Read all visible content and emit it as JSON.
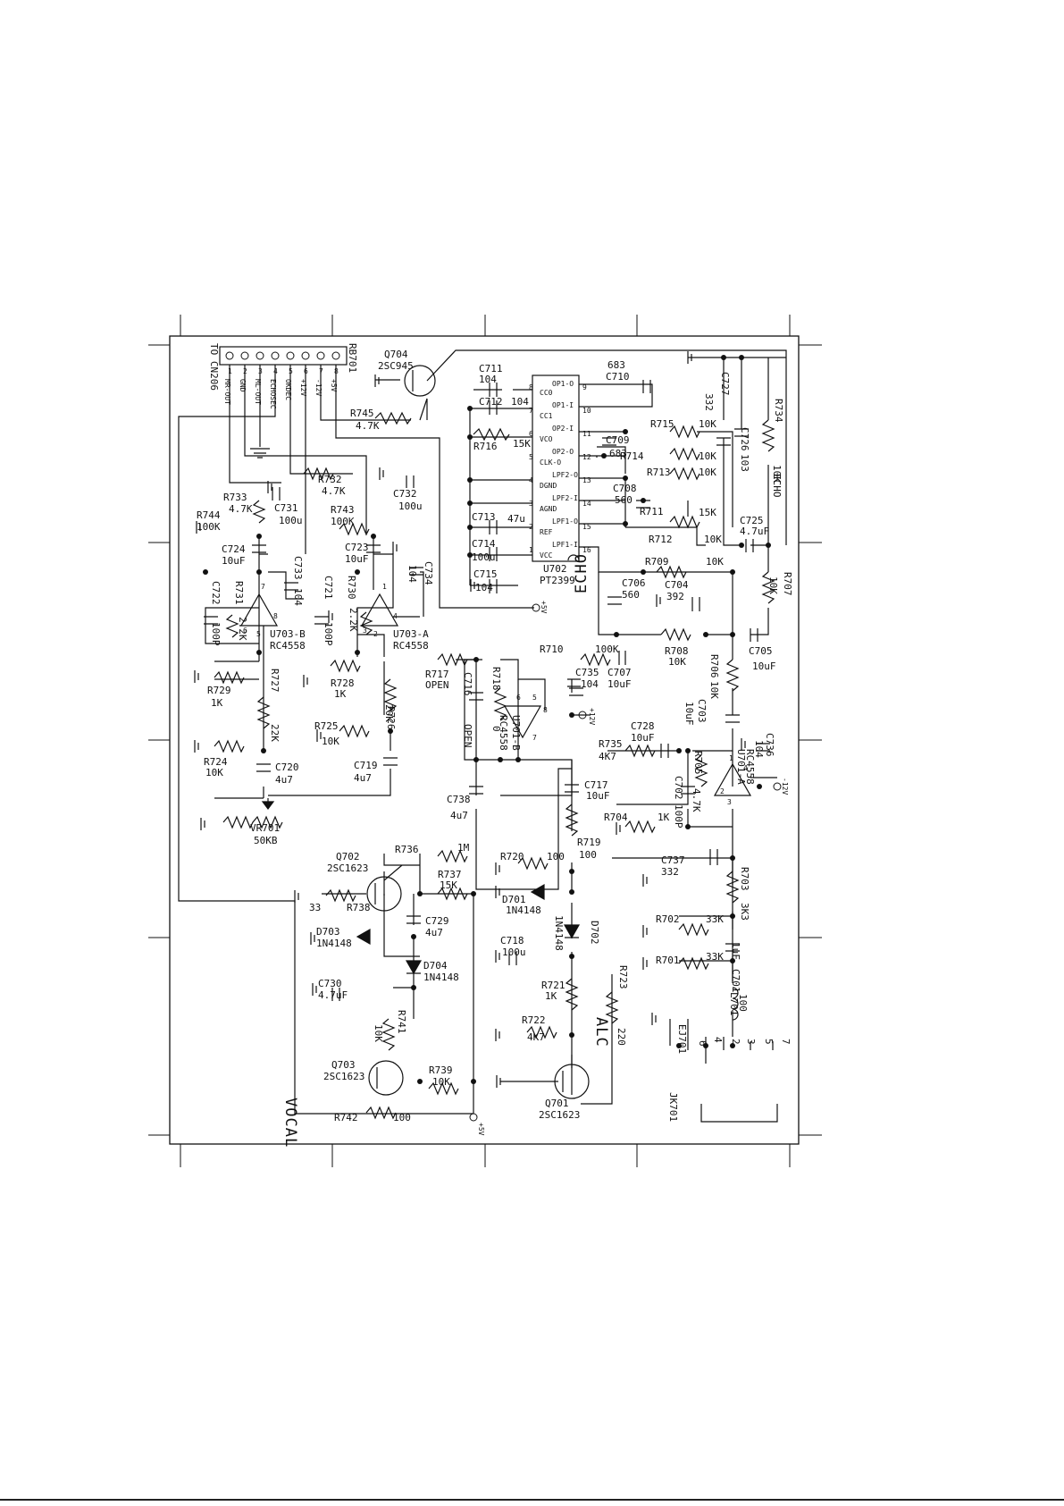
{
  "connector": {
    "title": "TO CN206",
    "ref": "RB701",
    "pins": [
      {
        "num": "1",
        "name": "MR-OUT"
      },
      {
        "num": "2",
        "name": "GND"
      },
      {
        "num": "3",
        "name": "ML-OUT"
      },
      {
        "num": "4",
        "name": "ECHOSEC"
      },
      {
        "num": "5",
        "name": "OKDEC"
      },
      {
        "num": "6",
        "name": "+12V"
      },
      {
        "num": "7",
        "name": "-12V"
      },
      {
        "num": "8",
        "name": "+5V"
      }
    ]
  },
  "sections": {
    "echo": "ECHO",
    "vocal": "VOCAL",
    "alc": "ALC",
    "echo_small": "ECHO"
  },
  "ic": {
    "ref": "U702",
    "part": "PT2399",
    "left_pins": [
      {
        "num": "8",
        "name": "CC0"
      },
      {
        "num": "7",
        "name": "CC1"
      },
      {
        "num": "6",
        "name": "VCO"
      },
      {
        "num": "5",
        "name": "CLK-O"
      },
      {
        "num": "4",
        "name": "DGND"
      },
      {
        "num": "3",
        "name": "AGND"
      },
      {
        "num": "2",
        "name": "REF"
      },
      {
        "num": "1",
        "name": "VCC"
      }
    ],
    "right_pins": [
      {
        "num": "9",
        "name": "OP1-O"
      },
      {
        "num": "10",
        "name": "OP1-I"
      },
      {
        "num": "11",
        "name": "OP2-I"
      },
      {
        "num": "12",
        "name": "OP2-O"
      },
      {
        "num": "13",
        "name": "LPF2-O"
      },
      {
        "num": "14",
        "name": "LPF2-I"
      },
      {
        "num": "15",
        "name": "LPF1-O"
      },
      {
        "num": "16",
        "name": "LPF1-I"
      }
    ]
  },
  "opamps": [
    {
      "ref": "U703-B",
      "part": "RC4558",
      "p1": "7",
      "p2": "6",
      "p3": "5",
      "p4": "8"
    },
    {
      "ref": "U703-A",
      "part": "RC4558",
      "p1": "1",
      "p2": "2",
      "p3": "3",
      "p4": "4"
    },
    {
      "ref": "U701-B",
      "part": "RC4558",
      "p1": "7",
      "p2": "6",
      "p3": "5",
      "p4": "8"
    },
    {
      "ref": "U701-A",
      "part": "RC4558",
      "p1": "1",
      "p2": "2",
      "p3": "3",
      "p4": "4"
    }
  ],
  "transistors": [
    {
      "ref": "Q704",
      "part": "2SC945"
    },
    {
      "ref": "Q702",
      "part": "2SC1623"
    },
    {
      "ref": "Q703",
      "part": "2SC1623"
    },
    {
      "ref": "Q701",
      "part": "2SC1623"
    }
  ],
  "rails": {
    "plus5": "+5V",
    "plus12": "+12V",
    "minus12": "-12V"
  },
  "labels": [
    {
      "id": "r745",
      "text": "R745"
    },
    {
      "id": "r745v",
      "text": "4.7K"
    },
    {
      "id": "c711",
      "text": "C711"
    },
    {
      "id": "c711v",
      "text": "104"
    },
    {
      "id": "c712",
      "text": "C712"
    },
    {
      "id": "c712v",
      "text": "104"
    },
    {
      "id": "r716",
      "text": "R716"
    },
    {
      "id": "r716v",
      "text": "15K"
    },
    {
      "id": "c713",
      "text": "C713"
    },
    {
      "id": "c713v",
      "text": "47u"
    },
    {
      "id": "c714",
      "text": "C714"
    },
    {
      "id": "c714v",
      "text": "100u"
    },
    {
      "id": "c715",
      "text": "C715"
    },
    {
      "id": "c715v",
      "text": "104"
    },
    {
      "id": "c710v",
      "text": "683"
    },
    {
      "id": "c710",
      "text": "C710"
    },
    {
      "id": "r715",
      "text": "R715"
    },
    {
      "id": "r715v",
      "text": "10K"
    },
    {
      "id": "c709",
      "text": "C709"
    },
    {
      "id": "c709v",
      "text": "683"
    },
    {
      "id": "r714",
      "text": "R714"
    },
    {
      "id": "r714v",
      "text": "10K"
    },
    {
      "id": "r713",
      "text": "R713"
    },
    {
      "id": "r713v",
      "text": "10K"
    },
    {
      "id": "c708",
      "text": "C708"
    },
    {
      "id": "c708v",
      "text": "560"
    },
    {
      "id": "r711",
      "text": "R711"
    },
    {
      "id": "r711v",
      "text": "15K"
    },
    {
      "id": "r712",
      "text": "R712"
    },
    {
      "id": "r712v",
      "text": "10K"
    },
    {
      "id": "c727",
      "text": "C727"
    },
    {
      "id": "c727v",
      "text": "332"
    },
    {
      "id": "c726",
      "text": "C726"
    },
    {
      "id": "c726v",
      "text": "103"
    },
    {
      "id": "r734",
      "text": "R734"
    },
    {
      "id": "r734v",
      "text": "10K"
    },
    {
      "id": "c725",
      "text": "C725"
    },
    {
      "id": "c725v",
      "text": "4.7uF"
    },
    {
      "id": "r709",
      "text": "R709"
    },
    {
      "id": "r709v",
      "text": "10K"
    },
    {
      "id": "c706",
      "text": "C706"
    },
    {
      "id": "c706v",
      "text": "560"
    },
    {
      "id": "c704",
      "text": "C704"
    },
    {
      "id": "c704v",
      "text": "392"
    },
    {
      "id": "r707",
      "text": "R707"
    },
    {
      "id": "r707v",
      "text": "10K"
    },
    {
      "id": "r708",
      "text": "R708"
    },
    {
      "id": "r708v",
      "text": "10K"
    },
    {
      "id": "r706",
      "text": "R706"
    },
    {
      "id": "r706v",
      "text": "10K"
    },
    {
      "id": "c705",
      "text": "C705"
    },
    {
      "id": "c705v",
      "text": "10uF"
    },
    {
      "id": "r710",
      "text": "R710"
    },
    {
      "id": "r710v",
      "text": "100K"
    },
    {
      "id": "c707",
      "text": "C707"
    },
    {
      "id": "c707v",
      "text": "10uF"
    },
    {
      "id": "c735",
      "text": "C735"
    },
    {
      "id": "c735v",
      "text": "104"
    },
    {
      "id": "r733",
      "text": "R733"
    },
    {
      "id": "r733v",
      "text": "4.7K"
    },
    {
      "id": "c731",
      "text": "C731"
    },
    {
      "id": "c731v",
      "text": "100u"
    },
    {
      "id": "r732",
      "text": "R732"
    },
    {
      "id": "r732v",
      "text": "4.7K"
    },
    {
      "id": "c732",
      "text": "C732"
    },
    {
      "id": "c732v",
      "text": "100u"
    },
    {
      "id": "r744",
      "text": "R744"
    },
    {
      "id": "r744v",
      "text": "100K"
    },
    {
      "id": "r743",
      "text": "R743"
    },
    {
      "id": "r743v",
      "text": "100K"
    },
    {
      "id": "c724",
      "text": "C724"
    },
    {
      "id": "c724v",
      "text": "10uF"
    },
    {
      "id": "c723",
      "text": "C723"
    },
    {
      "id": "c723v",
      "text": "10uF"
    },
    {
      "id": "c733",
      "text": "C733"
    },
    {
      "id": "c733v",
      "text": "104"
    },
    {
      "id": "c734",
      "text": "C734"
    },
    {
      "id": "c734v",
      "text": "104"
    },
    {
      "id": "c722",
      "text": "C722"
    },
    {
      "id": "c722v",
      "text": "100P"
    },
    {
      "id": "r731",
      "text": "R731"
    },
    {
      "id": "r731v",
      "text": "2.2K"
    },
    {
      "id": "c721",
      "text": "C721"
    },
    {
      "id": "c721v",
      "text": "100P"
    },
    {
      "id": "r730",
      "text": "R730"
    },
    {
      "id": "r730v",
      "text": "2.2K"
    },
    {
      "id": "r729",
      "text": "R729"
    },
    {
      "id": "r729v",
      "text": "1K"
    },
    {
      "id": "r727",
      "text": "R727"
    },
    {
      "id": "r727v",
      "text": "22K"
    },
    {
      "id": "r728",
      "text": "R728"
    },
    {
      "id": "r728v",
      "text": "1K"
    },
    {
      "id": "r717",
      "text": "R717"
    },
    {
      "id": "r717v",
      "text": "OPEN"
    },
    {
      "id": "c716",
      "text": "C716"
    },
    {
      "id": "c716v",
      "text": "OPEN"
    },
    {
      "id": "r718",
      "text": "R718"
    },
    {
      "id": "r718v",
      "text": "0"
    },
    {
      "id": "r726",
      "text": "R726"
    },
    {
      "id": "r726v",
      "text": "20K"
    },
    {
      "id": "r725",
      "text": "R725"
    },
    {
      "id": "r725v",
      "text": "10K"
    },
    {
      "id": "r724",
      "text": "R724"
    },
    {
      "id": "r724v",
      "text": "10K"
    },
    {
      "id": "c720",
      "text": "C720"
    },
    {
      "id": "c720v",
      "text": "4u7"
    },
    {
      "id": "c719",
      "text": "C719"
    },
    {
      "id": "c719v",
      "text": "4u7"
    },
    {
      "id": "c738",
      "text": "C738"
    },
    {
      "id": "c738v",
      "text": "4u7"
    },
    {
      "id": "vr701",
      "text": "VR701"
    },
    {
      "id": "vr701v",
      "text": "50KB"
    },
    {
      "id": "r735",
      "text": "R735"
    },
    {
      "id": "r735v",
      "text": "4K7"
    },
    {
      "id": "c728",
      "text": "C728"
    },
    {
      "id": "c728v",
      "text": "10uF"
    },
    {
      "id": "c703",
      "text": "C703"
    },
    {
      "id": "c703v",
      "text": "10uF"
    },
    {
      "id": "c736",
      "text": "C736"
    },
    {
      "id": "c736v",
      "text": "104"
    },
    {
      "id": "c702",
      "text": "C702"
    },
    {
      "id": "c702v",
      "text": "100P"
    },
    {
      "id": "r705",
      "text": "R705"
    },
    {
      "id": "r705v",
      "text": "4.7K"
    },
    {
      "id": "c717",
      "text": "C717"
    },
    {
      "id": "c717v",
      "text": "10uF"
    },
    {
      "id": "r704",
      "text": "R704"
    },
    {
      "id": "r704v",
      "text": "1K"
    },
    {
      "id": "r736",
      "text": "R736"
    },
    {
      "id": "r736v",
      "text": "1M"
    },
    {
      "id": "r737",
      "text": "R737"
    },
    {
      "id": "r737v",
      "text": "15K"
    },
    {
      "id": "r738",
      "text": "R738"
    },
    {
      "id": "r738v",
      "text": "33"
    },
    {
      "id": "c729",
      "text": "C729"
    },
    {
      "id": "c729v",
      "text": "4u7"
    },
    {
      "id": "d703",
      "text": "D703"
    },
    {
      "id": "d703v",
      "text": "1N4148"
    },
    {
      "id": "d704",
      "text": "D704"
    },
    {
      "id": "d704v",
      "text": "1N4148"
    },
    {
      "id": "c730",
      "text": "C730"
    },
    {
      "id": "c730v",
      "text": "4.7uF"
    },
    {
      "id": "r741",
      "text": "R741"
    },
    {
      "id": "r741v",
      "text": "10K"
    },
    {
      "id": "r739",
      "text": "R739"
    },
    {
      "id": "r739v",
      "text": "10K"
    },
    {
      "id": "r742",
      "text": "R742"
    },
    {
      "id": "r742v",
      "text": "100"
    },
    {
      "id": "r720",
      "text": "R720"
    },
    {
      "id": "r720v",
      "text": "100"
    },
    {
      "id": "d701",
      "text": "D701"
    },
    {
      "id": "d701v",
      "text": "1N4148"
    },
    {
      "id": "d702",
      "text": "D702"
    },
    {
      "id": "d702v",
      "text": "1N4148"
    },
    {
      "id": "c718",
      "text": "C718"
    },
    {
      "id": "c718v",
      "text": "100u"
    },
    {
      "id": "r721",
      "text": "R721"
    },
    {
      "id": "r721v",
      "text": "1K"
    },
    {
      "id": "r722",
      "text": "R722"
    },
    {
      "id": "r722v",
      "text": "4K7"
    },
    {
      "id": "r719",
      "text": "R719"
    },
    {
      "id": "r719v",
      "text": "100"
    },
    {
      "id": "r723",
      "text": "R723"
    },
    {
      "id": "r723v",
      "text": "220"
    },
    {
      "id": "c737",
      "text": "C737"
    },
    {
      "id": "c737v",
      "text": "332"
    },
    {
      "id": "r703",
      "text": "R703"
    },
    {
      "id": "r703v",
      "text": "3K3"
    },
    {
      "id": "r702",
      "text": "R702"
    },
    {
      "id": "r702v",
      "text": "33K"
    },
    {
      "id": "r701",
      "text": "R701"
    },
    {
      "id": "r701v",
      "text": "33K"
    },
    {
      "id": "c701",
      "text": "C701"
    },
    {
      "id": "c701v",
      "text": "1uF"
    },
    {
      "id": "l701",
      "text": "L701"
    },
    {
      "id": "l701v",
      "text": "100"
    },
    {
      "id": "ej701",
      "text": "EJ701"
    },
    {
      "id": "jk701",
      "text": "JK701"
    },
    {
      "id": "jk_p6",
      "text": "6"
    },
    {
      "id": "jk_p4",
      "text": "4"
    },
    {
      "id": "jk_p2",
      "text": "2"
    },
    {
      "id": "jk_p3",
      "text": "3"
    },
    {
      "id": "jk_p5",
      "text": "5"
    },
    {
      "id": "jk_p7",
      "text": "7"
    }
  ]
}
